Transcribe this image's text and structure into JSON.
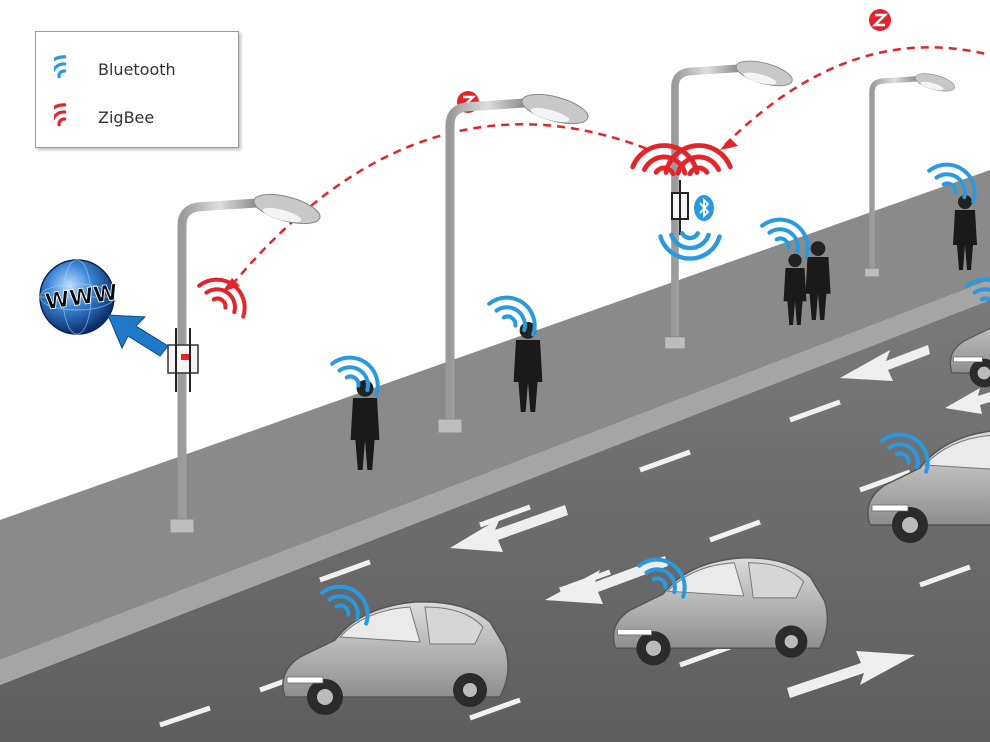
{
  "legend": {
    "items": [
      {
        "label": "Bluetooth",
        "color": "#2a9ae0"
      },
      {
        "label": "ZigBee",
        "color": "#e3242b"
      }
    ]
  },
  "globe": {
    "label": "WWW"
  },
  "colors": {
    "bluetooth": "#2a9ae0",
    "zigbee": "#e3242b",
    "road": "#6e6e6e",
    "sidewalk": "#8c8c8c",
    "arrow": "#1f78c8"
  },
  "icons": {
    "zigbee": "zigbee-badge-icon",
    "bluetooth": "bluetooth-badge-icon"
  }
}
